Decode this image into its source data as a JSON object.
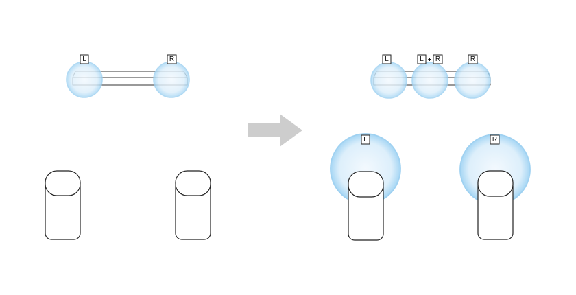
{
  "before": {
    "soundbar": {
      "left_label": "L",
      "right_label": "R"
    }
  },
  "after": {
    "soundbar": {
      "left_label": "L",
      "center_left_label": "L",
      "center_plus": "+",
      "center_right_label": "R",
      "right_label": "R"
    },
    "rear_left": {
      "label": "L"
    },
    "rear_right": {
      "label": "R"
    }
  },
  "colors": {
    "sound_field_center": "#f3f9fe",
    "sound_field_mid": "#ddeffb",
    "sound_field_edge": "#a6d6f4",
    "arrow": "#cdcdcd",
    "outline": "#222222"
  },
  "icons": {
    "transition": "arrow-right-icon",
    "speaker": "speaker-icon",
    "soundbar": "soundbar-icon",
    "sound_field": "sound-field-icon"
  }
}
